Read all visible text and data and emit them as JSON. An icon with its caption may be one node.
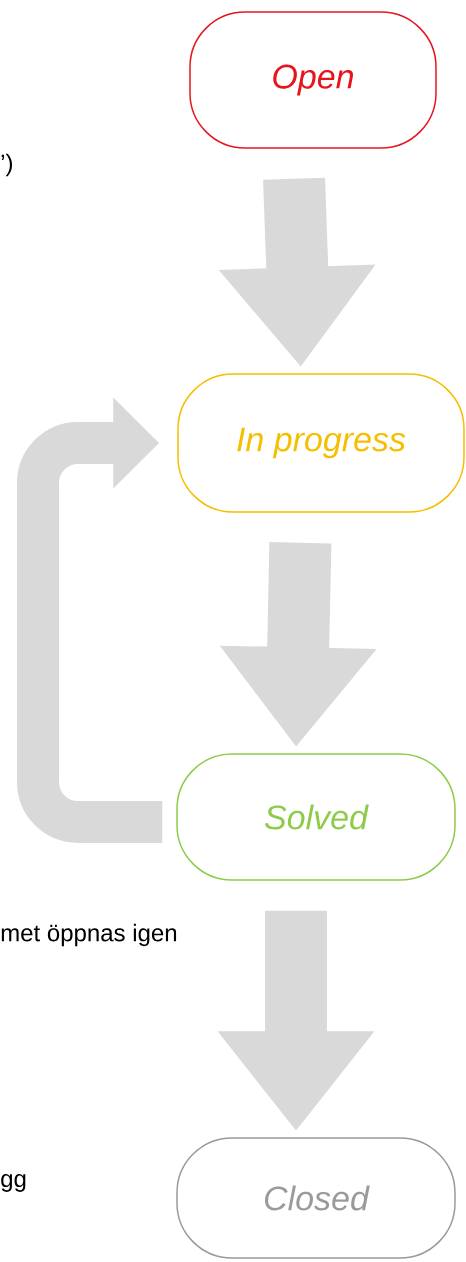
{
  "diagram": {
    "nodes": [
      {
        "text": [
          "Open"
        ]
      },
      {
        "text": [
          "In progress"
        ]
      },
      {
        "text": [
          "Solved"
        ]
      },
      {
        "text": [
          "Closed"
        ]
      }
    ],
    "edges": [
      {
        "from": 0,
        "to": 1,
        "arrow": "to"
      },
      {
        "from": 1,
        "to": 2,
        "arrow": "to"
      },
      {
        "from": 2,
        "to": 3,
        "arrow": "to"
      },
      {
        "from": 2,
        "to": 1,
        "arrow": "to"
      }
    ],
    "labels": [
      "’)",
      "met öppnas igen",
      "gg"
    ]
  }
}
